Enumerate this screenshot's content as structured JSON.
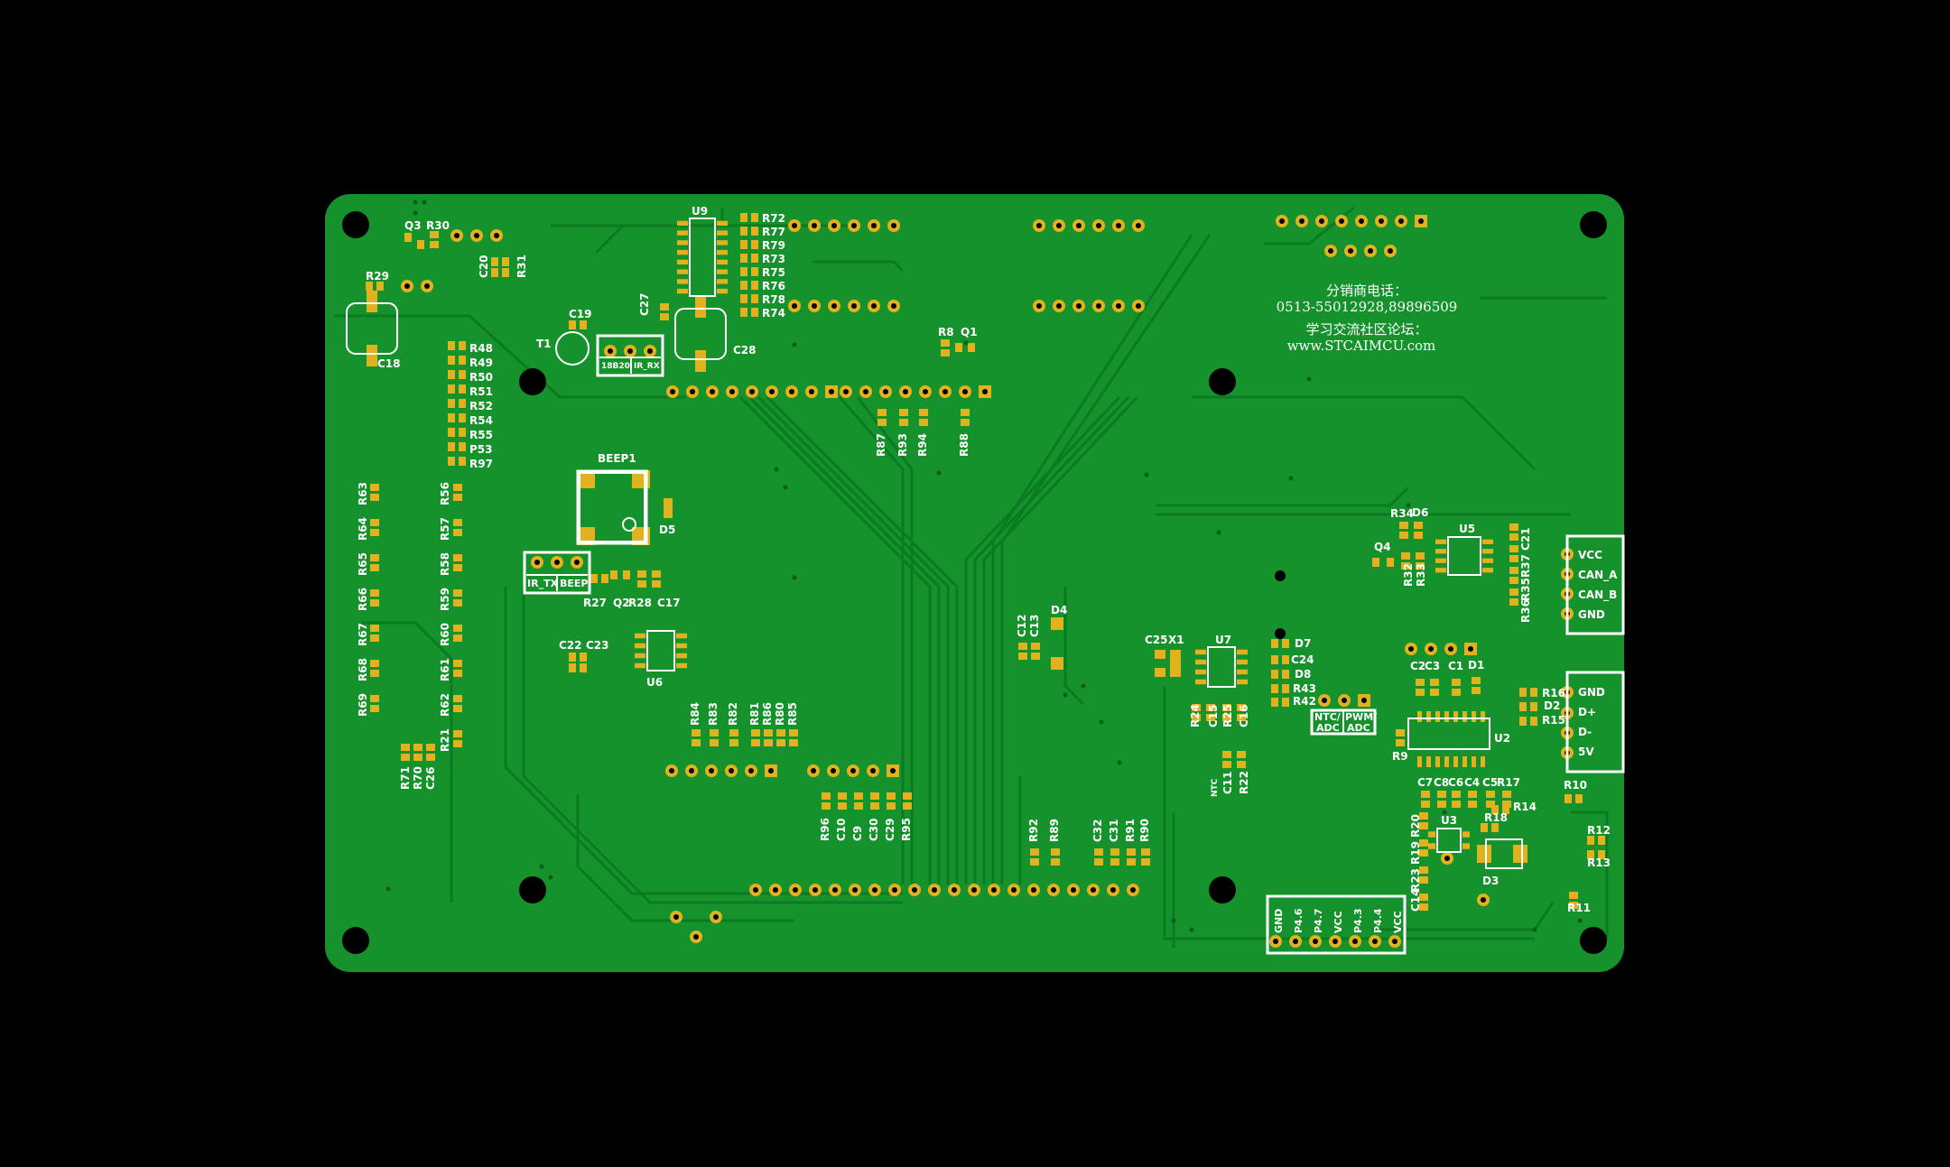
{
  "board": {
    "colors": {
      "background": "#000000",
      "board": "#15922c",
      "trace": "#0a7a22",
      "pad": "#e0b21f",
      "silk": "#ffffff",
      "hole": "#000000"
    },
    "vendor_text": {
      "line1": "分销商电话：",
      "line2": "0513-55012928,89896509",
      "line3": "学习交流社区论坛：",
      "line4": "www.STCAIMCU.com"
    },
    "connectors": {
      "can": [
        "VCC",
        "CAN_A",
        "CAN_B",
        "GND"
      ],
      "usb": [
        "GND",
        "D+",
        "D-",
        "5V"
      ],
      "gpio": [
        "GND",
        "P4.6",
        "P4.7",
        "VCC",
        "P4.3",
        "P4.4",
        "VCC"
      ],
      "ir_rx": [
        "18B20",
        "IR_RX"
      ],
      "ir_tx": [
        "IR_TX",
        "BEEP"
      ],
      "ntc": [
        "NTC/",
        "ADC"
      ],
      "pwm": [
        "PWM/",
        "ADC"
      ]
    },
    "chip_labels": {
      "u9": "U9",
      "u6": "U6",
      "u7": "U7",
      "u5": "U5",
      "u2": "U2",
      "u3": "U3",
      "beep1": "BEEP1",
      "t1": "T1",
      "q1": "Q1",
      "q2": "Q2",
      "q3": "Q3",
      "q4": "Q4",
      "d1": "D1",
      "d2": "D2",
      "d3": "D3",
      "d4": "D4",
      "d5": "D5",
      "d6": "D6",
      "d7": "D7",
      "d8": "D8",
      "x1": "X1",
      "c18": "C18",
      "c28": "C28",
      "c19": "C19",
      "c27": "C27"
    },
    "resistor_column_left": [
      "R48",
      "R49",
      "R50",
      "R51",
      "R52",
      "R54",
      "R55",
      "P53",
      "R97"
    ],
    "resistor_column_u9": [
      "R72",
      "R77",
      "R79",
      "R73",
      "R75",
      "R76",
      "R78",
      "R74"
    ],
    "left_vertical_a": [
      "R63",
      "R64",
      "R65",
      "R66",
      "R67",
      "R68",
      "R69"
    ],
    "left_vertical_b": [
      "R56",
      "R57",
      "R58",
      "R59",
      "R60",
      "R61",
      "R62",
      "R21"
    ],
    "bottom_left_labels": [
      "R71",
      "R70",
      "C26"
    ],
    "mid_res_labels": [
      "R84",
      "R83",
      "R82",
      "R81",
      "R86",
      "R80",
      "R85"
    ],
    "bottom_mid_labels": [
      "R96",
      "C10",
      "C9",
      "C30",
      "C29",
      "R95"
    ],
    "r87_group": [
      "R87",
      "R93",
      "R94",
      "R88"
    ],
    "right_bottom_labels": [
      "R92",
      "R89",
      "C32",
      "C31",
      "R91",
      "R90"
    ],
    "misc_labels": {
      "r29": "R29",
      "r30": "R30",
      "c20": "C20",
      "r31": "R31",
      "r8": "R8",
      "r27": "R27",
      "r28": "R28",
      "c17": "C17",
      "c22": "C22",
      "c23": "C23",
      "c12": "C12",
      "c13": "C13",
      "c25": "C25",
      "r24": "R24",
      "r25": "R25",
      "c15": "C15",
      "c16": "C16",
      "c11": "C11",
      "r22": "R22",
      "ntc": "NTC",
      "c24": "C24",
      "r43": "R43",
      "r42": "R42",
      "r34": "R34",
      "r32": "R32",
      "r33": "R33",
      "r37": "R37",
      "r35": "R35",
      "r36": "R36",
      "c21": "C21",
      "c2": "C2",
      "c3": "C3",
      "c1": "C1",
      "r16": "R16",
      "r15": "R15",
      "r9": "R9",
      "c7": "C7",
      "c8": "C8",
      "c6": "C6",
      "c4": "C4",
      "c5": "C5",
      "r17": "R17",
      "r14": "R14",
      "r18": "R18",
      "r20": "R20",
      "r19": "R19",
      "r23": "R23",
      "c14": "C14",
      "r10": "R10",
      "r12": "R12",
      "r13": "R13",
      "r11": "R11"
    }
  }
}
